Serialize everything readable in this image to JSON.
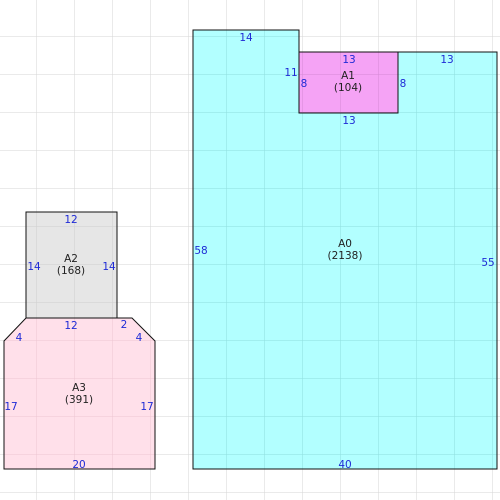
{
  "colors": {
    "background": "#ffffff",
    "grid_line": "#d6d6d6",
    "outline": "#111111",
    "dimension_text": "#1f2bd6",
    "label_text": "#222222"
  },
  "rooms": [
    {
      "id": "A0",
      "name": "A0",
      "area": "(2138)",
      "fill": "#b2ffff",
      "inner_grid": "#8fdede",
      "dims": {
        "top_left": "14",
        "top_right": "13",
        "left": "58",
        "right": "55",
        "bottom": "40"
      }
    },
    {
      "id": "A1",
      "name": "A1",
      "area": "(104)",
      "fill": "#f5a3f5",
      "inner_grid": "#d58ad5",
      "dims": {
        "top": "13",
        "bottom": "13",
        "left": "8",
        "right": "8",
        "notch": "11"
      }
    },
    {
      "id": "A2",
      "name": "A2",
      "area": "(168)",
      "fill": "#e6e6e6",
      "inner_grid": "#cfcfcf",
      "dims": {
        "top": "12",
        "left": "14",
        "right": "14"
      }
    },
    {
      "id": "A3",
      "name": "A3",
      "area": "(391)",
      "fill": "#ffe0ea",
      "inner_grid": "#ecc6d2",
      "dims": {
        "top": "12",
        "top_right": "2",
        "diag_left": "4",
        "diag_right": "4",
        "left": "17",
        "right": "17",
        "bottom": "20"
      }
    }
  ]
}
